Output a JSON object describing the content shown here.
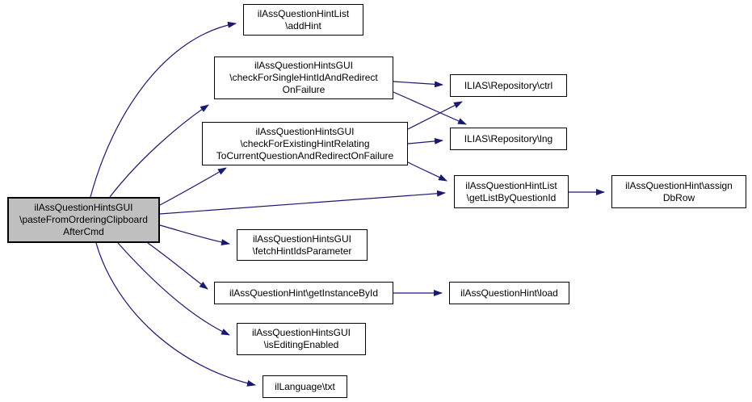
{
  "diagram": {
    "type": "call-graph",
    "colors": {
      "edge": "#191970",
      "node_fill": "#ffffff",
      "main_node_fill": "#bfbfbf",
      "border": "#000000",
      "text": "#000000",
      "background": "#ffffff"
    }
  },
  "nodes": {
    "main": {
      "label": "ilAssQuestionHintsGUI\n\\pasteFromOrderingClipboard\nAfterCmd"
    },
    "add_hint": {
      "label": "ilAssQuestionHintList\n\\addHint"
    },
    "check_single": {
      "label": "ilAssQuestionHintsGUI\n\\checkForSingleHintIdAndRedirect\nOnFailure"
    },
    "check_existing": {
      "label": "ilAssQuestionHintsGUI\n\\checkForExistingHintRelating\nToCurrentQuestionAndRedirectOnFailure"
    },
    "ctrl": {
      "label": "ILIAS\\Repository\\ctrl"
    },
    "lng": {
      "label": "ILIAS\\Repository\\lng"
    },
    "get_list": {
      "label": "ilAssQuestionHintList\n\\getListByQuestionId"
    },
    "assign_db_row": {
      "label": "ilAssQuestionHint\\assign\nDbRow"
    },
    "fetch_hint_ids": {
      "label": "ilAssQuestionHintsGUI\n\\fetchHintIdsParameter"
    },
    "get_instance": {
      "label": "ilAssQuestionHint\\getInstanceById"
    },
    "load": {
      "label": "ilAssQuestionHint\\load"
    },
    "is_editing": {
      "label": "ilAssQuestionHintsGUI\n\\isEditingEnabled"
    },
    "txt": {
      "label": "ilLanguage\\txt"
    }
  }
}
